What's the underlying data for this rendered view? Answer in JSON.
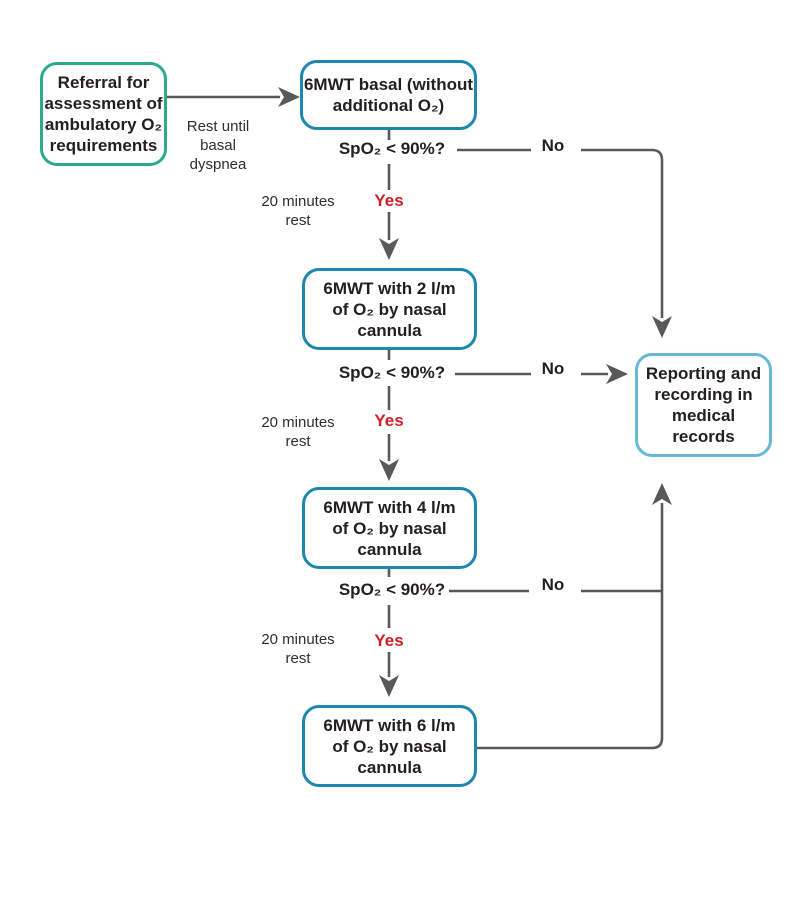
{
  "diagram_type": "flowchart",
  "colors": {
    "start_node_border": "#2aab8a",
    "step_node_border": "#1d87ae",
    "end_node_border": "#67b7d7",
    "connector": "#58595b",
    "yes_text": "#cc2127",
    "text": "#231f20",
    "background": "#ffffff"
  },
  "nodes": {
    "referral": {
      "lines": [
        "Referral for",
        "assessment of",
        "ambulatory O₂",
        "requirements"
      ]
    },
    "basal": {
      "lines": [
        "6MWT basal (without",
        "additional O₂)"
      ]
    },
    "flow2": {
      "lines": [
        "6MWT with 2 l/m",
        "of O₂ by nasal",
        "cannula"
      ]
    },
    "flow4": {
      "lines": [
        "6MWT with 4 l/m",
        "of O₂ by nasal",
        "cannula"
      ]
    },
    "flow6": {
      "lines": [
        "6MWT with 6 l/m",
        "of O₂ by nasal",
        "cannula"
      ]
    },
    "reporting": {
      "lines": [
        "Reporting and",
        "recording in",
        "medical",
        "records"
      ]
    }
  },
  "labels": {
    "rest_until": {
      "lines": [
        "Rest until",
        "basal",
        "dyspnea"
      ]
    },
    "rest20": {
      "lines": [
        "20 minutes",
        "rest"
      ]
    },
    "question": "SpO₂ < 90%?",
    "no": "No",
    "yes": "Yes"
  },
  "edges": [
    {
      "from": "referral",
      "to": "basal",
      "label": "Rest until basal dyspnea"
    },
    {
      "from": "basal",
      "to": "question-1",
      "label": ""
    },
    {
      "from": "question-1",
      "to": "reporting",
      "label": "No"
    },
    {
      "from": "question-1",
      "to": "flow2",
      "label": "Yes, 20 minutes rest"
    },
    {
      "from": "flow2",
      "to": "question-2",
      "label": ""
    },
    {
      "from": "question-2",
      "to": "reporting",
      "label": "No"
    },
    {
      "from": "question-2",
      "to": "flow4",
      "label": "Yes, 20 minutes rest"
    },
    {
      "from": "flow4",
      "to": "question-3",
      "label": ""
    },
    {
      "from": "question-3",
      "to": "reporting",
      "label": "No"
    },
    {
      "from": "question-3",
      "to": "flow6",
      "label": "Yes, 20 minutes rest"
    },
    {
      "from": "flow6",
      "to": "reporting",
      "label": ""
    }
  ]
}
